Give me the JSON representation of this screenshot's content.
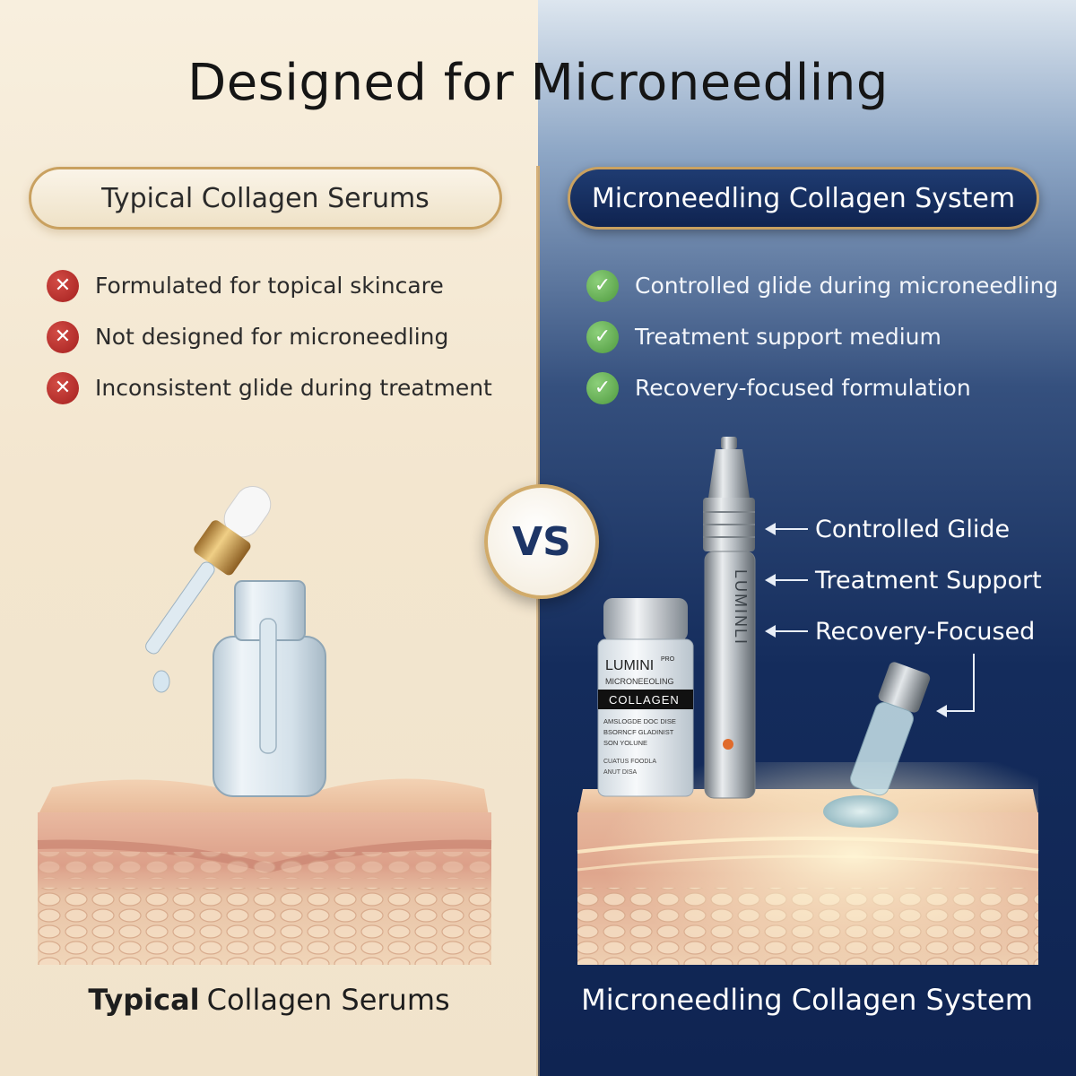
{
  "title": "Designed for Microneedling",
  "left": {
    "header": "Typical Collagen Serums",
    "items": [
      {
        "text": "Formulated for topical skincare",
        "icon": "x-icon"
      },
      {
        "text": "Not designed for microneedling",
        "icon": "x-icon"
      },
      {
        "text": "Inconsistent glide during treatment",
        "icon": "x-icon"
      }
    ],
    "caption_bold": "Typical",
    "caption_rest": "Collagen Serums"
  },
  "vs_label": "VS",
  "right": {
    "header": "Microneedling Collagen System",
    "items": [
      {
        "text": "Controlled glide during microneedling",
        "icon": "check-icon"
      },
      {
        "text": "Treatment support medium",
        "icon": "check-icon"
      },
      {
        "text": "Recovery-focused formulation",
        "icon": "check-icon"
      }
    ],
    "callouts": [
      "Controlled Glide",
      "Treatment Support",
      "Recovery-Focused"
    ],
    "vial": {
      "brand": "LUMINI",
      "brand_sup": "PRO",
      "subtitle": "MICRONEEOLING",
      "name": "COLLAGEN",
      "line1": "AMSLOGDE DOC DISE",
      "line2": "BSORNCF GLADINIST",
      "line3": "SON YOLUNE",
      "line4": "CUATUS FOODLA",
      "line5": "ANUT DISA"
    },
    "pen_label": "LUMINLI",
    "caption": "Microneedling Collagen System"
  },
  "colors": {
    "left_bg": "#f3e6cf",
    "right_bg": "#142c5c",
    "gold": "#c9a160",
    "x_red": "#b8302c",
    "check_green": "#5ea84c"
  }
}
